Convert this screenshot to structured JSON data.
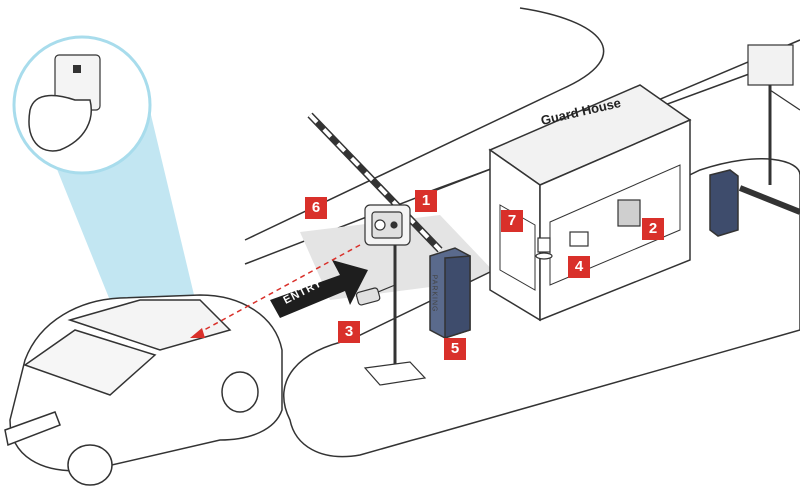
{
  "guard_house": {
    "title": "Guard House"
  },
  "entry_arrow": {
    "text": "ENTRY"
  },
  "dispenser": {
    "text": "PARKING"
  },
  "callouts": [
    "1",
    "2",
    "3",
    "4",
    "5",
    "6",
    "7"
  ],
  "colors": {
    "callout": "#d9302a",
    "beam": "#a8dcec",
    "line": "#333333"
  }
}
